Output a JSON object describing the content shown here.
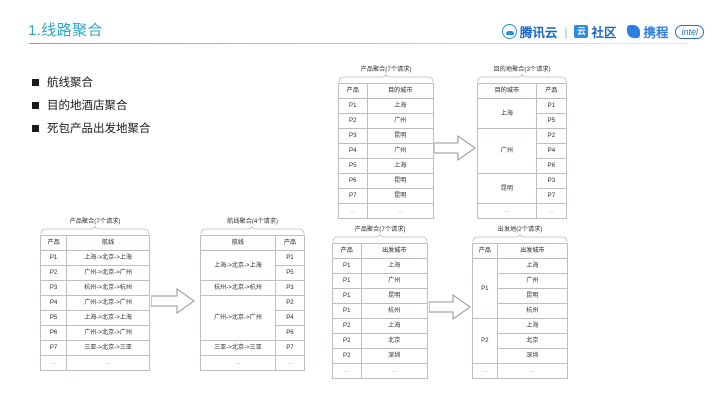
{
  "header": {
    "title": "1.线路聚合",
    "logos": {
      "tencent_cloud": "腾讯云",
      "separator": "|",
      "cloud_glyph": "云",
      "community": "社区",
      "ctrip": "携程",
      "intel": "intel"
    }
  },
  "bullets": [
    {
      "label": "航线聚合"
    },
    {
      "label": "目的地酒店聚合"
    },
    {
      "label": "死包产品出发地聚合"
    }
  ],
  "diagram": {
    "top_left_table": {
      "caption": "产品聚合(7个请求)",
      "columns": [
        "产品",
        "目的城市"
      ],
      "rows": [
        [
          "P1",
          "上海"
        ],
        [
          "P2",
          "广州"
        ],
        [
          "P3",
          "昆明"
        ],
        [
          "P4",
          "广州"
        ],
        [
          "P5",
          "上海"
        ],
        [
          "P6",
          "昆明"
        ],
        [
          "P7",
          "昆明"
        ],
        [
          "...",
          "..."
        ]
      ]
    },
    "top_right_table": {
      "caption": "目的地聚合(3个请求)",
      "columns": [
        "目的城市",
        "产品"
      ],
      "groups": [
        {
          "city": "上海",
          "products": [
            "P1",
            "P5"
          ]
        },
        {
          "city": "广州",
          "products": [
            "P2",
            "P4",
            "P6"
          ]
        },
        {
          "city": "昆明",
          "products": [
            "P3",
            "P7"
          ]
        },
        {
          "city": "...",
          "products": [
            "..."
          ]
        }
      ]
    },
    "bottom_left_table": {
      "caption": "产品聚合(7个请求)",
      "columns": [
        "产品",
        "航线"
      ],
      "rows": [
        [
          "P1",
          "上海->北京->上海"
        ],
        [
          "P2",
          "广州->北京->广州"
        ],
        [
          "P3",
          "杭州->北京->杭州"
        ],
        [
          "P4",
          "广州->北京->广州"
        ],
        [
          "P5",
          "上海->北京->上海"
        ],
        [
          "P6",
          "广州->北京->广州"
        ],
        [
          "P7",
          "三亚->北京->三亚"
        ],
        [
          "...",
          "..."
        ]
      ]
    },
    "bottom_mid_table": {
      "caption": "航线聚合(4个请求)",
      "columns": [
        "航线",
        "产品"
      ],
      "groups": [
        {
          "route": "上海->北京->上海",
          "products": [
            "P1",
            "P5"
          ]
        },
        {
          "route": "杭州->北京->杭州",
          "products": [
            "P3"
          ]
        },
        {
          "route": "广州->北京->广州",
          "products": [
            "P2",
            "P4",
            "P6"
          ]
        },
        {
          "route": "三亚->北京->三亚",
          "products": [
            "P7"
          ]
        },
        {
          "route": "...",
          "products": [
            "..."
          ]
        }
      ]
    },
    "mid_right_table": {
      "caption": "产品聚合(7个请求)",
      "columns": [
        "产品",
        "出发城市"
      ],
      "rows": [
        [
          "P1",
          "上海"
        ],
        [
          "P1",
          "广州"
        ],
        [
          "P1",
          "昆明"
        ],
        [
          "P1",
          "杭州"
        ],
        [
          "P2",
          "上海"
        ],
        [
          "P2",
          "北京"
        ],
        [
          "P2",
          "深圳"
        ],
        [
          "...",
          "..."
        ]
      ]
    },
    "far_right_table": {
      "caption": "出发地(2个请求)",
      "columns": [
        "产品",
        "出发城市"
      ],
      "groups": [
        {
          "product": "P1",
          "cities": [
            "上海",
            "广州",
            "昆明",
            "杭州"
          ]
        },
        {
          "product": "P2",
          "cities": [
            "上海",
            "北京",
            "深圳"
          ]
        },
        {
          "product": "...",
          "cities": [
            "..."
          ]
        }
      ]
    }
  },
  "colors": {
    "title": "#2fa8c4",
    "rule": "#54b8cf",
    "table_border": "#b9bfc4",
    "arrow_stroke": "#8d949a",
    "brand_blue": "#1b64c4"
  }
}
